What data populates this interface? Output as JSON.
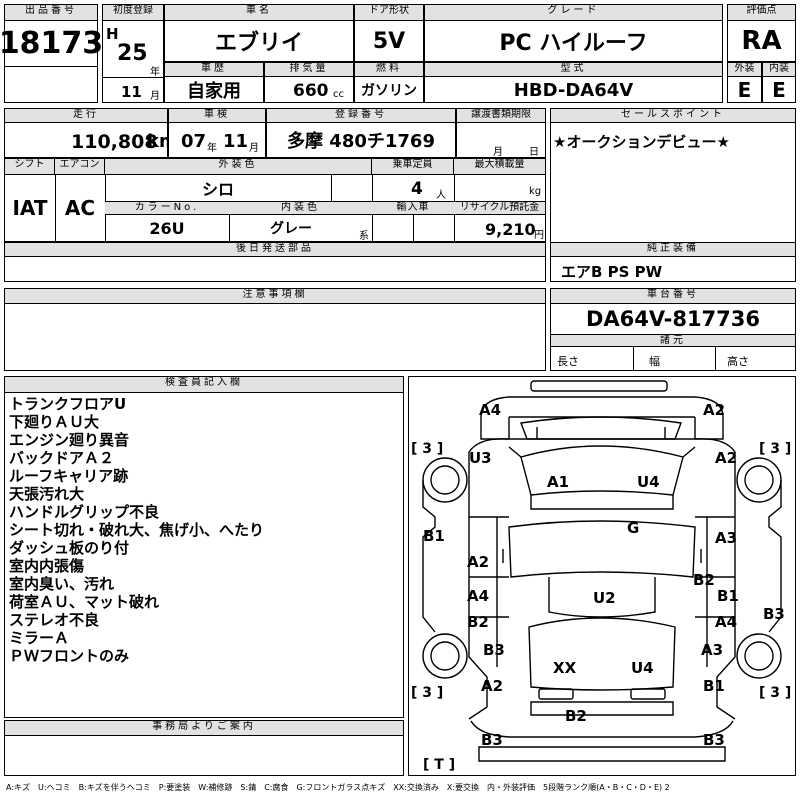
{
  "header": {
    "lot_no_label": "出品番号",
    "lot_no": "18173",
    "first_reg_label": "初度登録",
    "era": "H",
    "year": "25",
    "year_unit": "年",
    "month": "11",
    "month_unit": "月",
    "car_name_label": "車名",
    "car_name": "エブリイ",
    "door_label": "ドア形状",
    "door": "5V",
    "grade_label": "グレード",
    "grade": "PC ハイルーフ",
    "score_label": "評価点",
    "score": "RA",
    "history_label": "車歴",
    "history": "自家用",
    "displacement_label": "排気量",
    "displacement": "660",
    "displacement_unit": "cc",
    "fuel_label": "燃料",
    "fuel": "ガソリン",
    "model_label": "型式",
    "model": "HBD-DA64V",
    "exterior_label": "外装",
    "exterior": "E",
    "interior_label": "内装",
    "interior": "E"
  },
  "row2": {
    "mileage_label": "走行",
    "mileage": "110,808",
    "mileage_unit": "km",
    "inspection_label": "車検",
    "insp_year": "07",
    "insp_year_unit": "年",
    "insp_month": "11",
    "insp_month_unit": "月",
    "plate_label": "登録番号",
    "plate": "多摩 480チ1769",
    "transfer_label": "譲渡書類期限",
    "transfer_month_unit": "月",
    "transfer_day_unit": "日",
    "sales_point_label": "セールスポイント",
    "sales_point": "★オークションデビュー★"
  },
  "row3": {
    "shift_label": "シフト",
    "shift": "IAT",
    "ac_label": "エアコン",
    "ac": "AC",
    "ext_color_label": "外装色",
    "ext_color": "シロ",
    "capacity_label": "乗車定員",
    "capacity": "4",
    "capacity_unit": "人",
    "max_load_label": "最大積載量",
    "max_load_unit": "kg",
    "color_no_label": "カラーNo.",
    "color_no": "26U",
    "int_color_label": "内装色",
    "int_color": "グレー",
    "int_color_unit": "系",
    "import_label": "輸入車",
    "recycle_label": "リサイクル預託金",
    "recycle": "9,210",
    "recycle_unit": "円"
  },
  "later_parts_label": "後日発送部品",
  "genuine_label": "純正装備",
  "genuine": "エアB PS PW",
  "caution_label": "注意事項欄",
  "chassis_label": "車台番号",
  "chassis": "DA64V-817736",
  "specs_label": "諸元",
  "length_label": "長さ",
  "width_label": "幅",
  "height_label": "高さ",
  "inspector_label": "検査員記入欄",
  "inspector_notes": [
    "トランクフロアU",
    "下廻りＡＵ大",
    "エンジン廻り異音",
    "バックドアＡ２",
    "ルーフキャリア跡",
    "天張汚れ大",
    "ハンドルグリップ不良",
    "シート切れ・破れ大、焦げ小、へたり",
    "ダッシュ板のり付",
    "室内内張傷",
    "室内臭い、汚れ",
    "荷室ＡＵ、マット破れ",
    "ステレオ不良",
    "ミラーＡ",
    "ＰＷフロントのみ"
  ],
  "office_label": "事務局よりご案内",
  "legend": "A:キズ　U:ヘコミ　B:キズを伴うヘコミ　P:要塗装　W:補修跡　S:錆　C:腐食　G:フロントガラス点キズ　XX:交換済み　X:要交換　内・外装評価　5段階ランク順(A・B・C・D・E) 2",
  "damage": {
    "tl": "A4",
    "tr": "A2",
    "l1": "U3",
    "r1": "A2",
    "c1": "A1",
    "c2": "U4",
    "g": "G",
    "lb1": "B1",
    "la2": "A2",
    "ra3": "A3",
    "rb2": "B2",
    "la4": "A4",
    "rb1": "B1",
    "lb2": "B2",
    "ra4": "A4",
    "rb3": "B3",
    "u2": "U2",
    "lb3": "B3",
    "ra3b": "A3",
    "xx": "XX",
    "u4": "U4",
    "la2b": "A2",
    "rb1b": "B1",
    "b2": "B2",
    "bl": "B3",
    "br": "B3",
    "tire_fl": "[ 3 ]",
    "tire_fr": "[ 3 ]",
    "tire_rl": "[ 3 ]",
    "tire_rr": "[ 3 ]",
    "spare": "[ T ]"
  }
}
